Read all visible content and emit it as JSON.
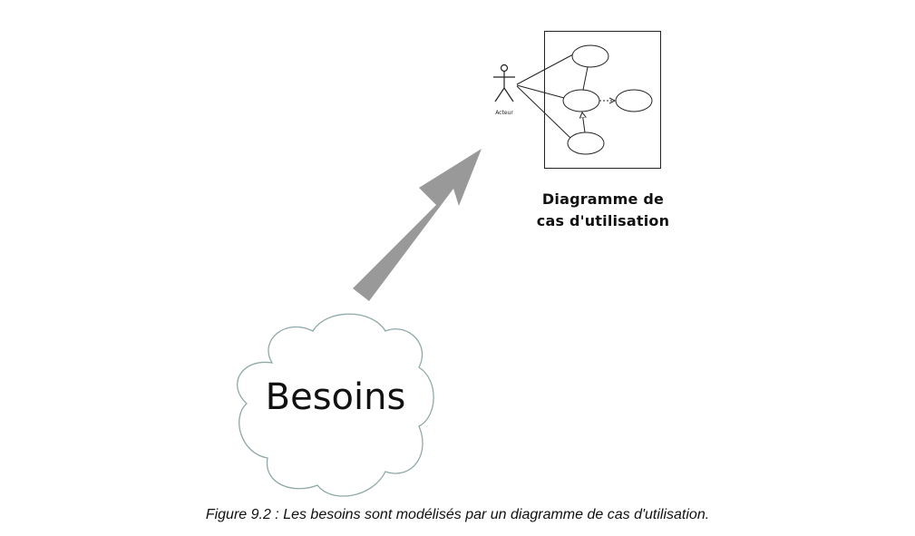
{
  "diagram": {
    "use_case_title_line1": "Diagramme de",
    "use_case_title_line2": "cas d'utilisation",
    "actor_label": "Acteur",
    "cloud_label": "Besoins"
  },
  "caption": "Figure 9.2 : Les besoins sont modélisés par un diagramme de cas d'utilisation.",
  "colors": {
    "arrow_fill": "#999999",
    "cloud_stroke": "#8fa8a8",
    "line_stroke": "#222222"
  }
}
